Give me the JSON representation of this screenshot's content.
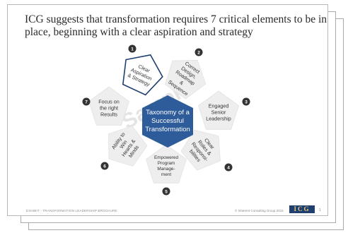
{
  "slide": {
    "title_lines": [
      "ICG suggests that transformation requires 7 critical elements to be in",
      "place, beginning with a clear aspiration and strategy"
    ],
    "center_label": [
      "Taxonomy of a",
      "Successful",
      "Transformation"
    ],
    "watermark": "Sample",
    "elements": [
      {
        "number": "1",
        "lines": [
          "Clear",
          "Aspiration",
          "& Strategy"
        ]
      },
      {
        "number": "2",
        "lines": [
          "Correct",
          "Design,",
          "Roadmap",
          "&",
          "Sequence"
        ]
      },
      {
        "number": "3",
        "lines": [
          "Engaged",
          "Senior",
          "Leadership"
        ]
      },
      {
        "number": "4",
        "lines": [
          "Clear",
          "Roles &",
          "Responsi-",
          "bilities"
        ]
      },
      {
        "number": "5",
        "lines": [
          "Empowered",
          "Program",
          "Manage-",
          "ment"
        ]
      },
      {
        "number": "6",
        "lines": [
          "Ability to",
          "Win",
          "Hearts &",
          "Minds"
        ]
      },
      {
        "number": "7",
        "lines": [
          "Focus on",
          "the right",
          "Results"
        ]
      }
    ],
    "footer_left": "EXHIBIT - TRANSFORMATION LEADERSHIP BROCHURE",
    "footer_right": "© Inherent Consulting Group 2015",
    "logo": "ICG",
    "page_number": "1"
  },
  "colors": {
    "center_hex": "#2e5b9a",
    "outline_hex": "#1f3f70",
    "node_fill": "#eeeeee",
    "badge": "#333333"
  }
}
